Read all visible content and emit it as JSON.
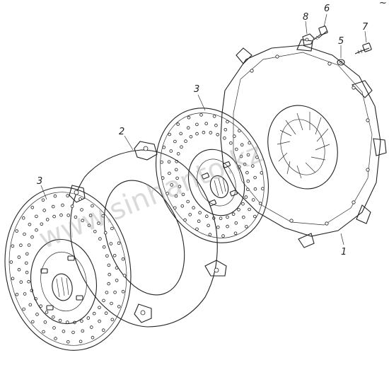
{
  "callouts": {
    "c1": "1",
    "c2": "2",
    "c3a": "3",
    "c3b": "3",
    "c5": "5",
    "c6": "6",
    "c7": "7",
    "c8": "8"
  },
  "watermark": "www.sinhanto.kz",
  "corner_mark": "~"
}
